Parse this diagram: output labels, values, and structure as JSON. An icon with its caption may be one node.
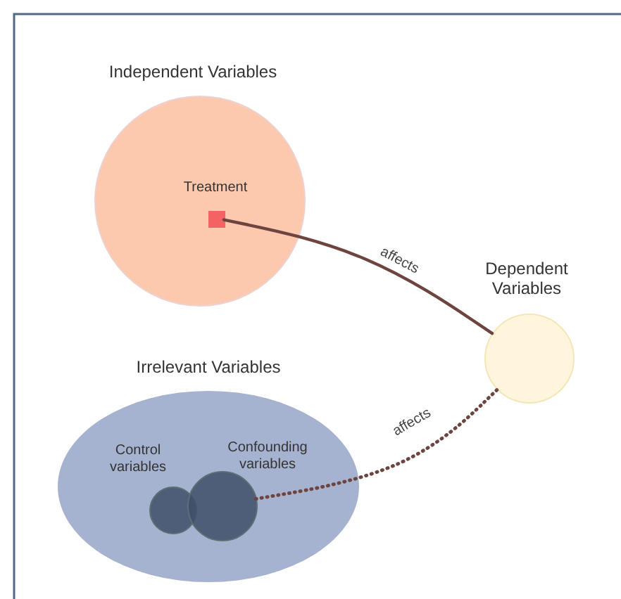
{
  "diagram": {
    "nodes": [
      {
        "text": [
          "Independent Variables"
        ]
      },
      {
        "text": [
          "Treatment"
        ],
        "in": 0
      },
      {
        "text": [
          "Dependent Variables"
        ]
      },
      {
        "text": [
          "Irrelevant Variables"
        ]
      },
      {
        "text": [
          "Control variables"
        ],
        "in": 3
      },
      {
        "text": [
          "Confounding variables"
        ],
        "in": 3
      }
    ],
    "edges": [
      {
        "from": 1,
        "to": 2,
        "arrow": "none",
        "label": "affects"
      },
      {
        "from": 5,
        "to": 2,
        "arrow": "none",
        "label": "affects",
        "style": "dashed"
      }
    ]
  }
}
